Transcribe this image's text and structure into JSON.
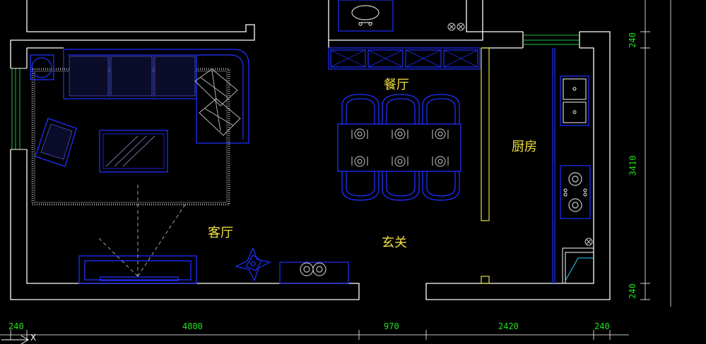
{
  "rooms": {
    "dining": "餐厅",
    "kitchen": "厨房",
    "living": "客厅",
    "foyer": "玄关"
  },
  "dimensions": {
    "bottom": [
      "240",
      "4800",
      "970",
      "2420",
      "240"
    ],
    "right": [
      "240",
      "3410",
      "240"
    ]
  },
  "axis": {
    "x_label": "X"
  },
  "colors": {
    "background": "#000000",
    "wall": "#ffffff",
    "furniture": "#2030ff",
    "label": "#f0e040",
    "dimension": "#20e020",
    "window": "#20c040",
    "cabinet": "#e0e040"
  }
}
